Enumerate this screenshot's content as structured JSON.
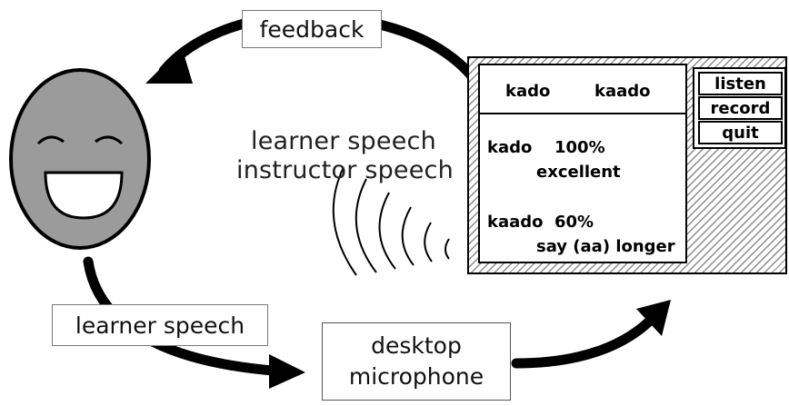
{
  "labels": {
    "feedback": "feedback",
    "learner_speech_bottom": "learner speech",
    "microphone_line1": "desktop",
    "microphone_line2": "microphone",
    "speech_line1": "learner speech",
    "speech_line2": "instructor speech"
  },
  "screen": {
    "header_word1": "kado",
    "header_word2": "kaado",
    "result1_word": "kado",
    "result1_score": "100%",
    "result1_comment": "excellent",
    "result2_word": "kaado",
    "result2_score": "60%",
    "result2_comment": "say (aa) longer"
  },
  "buttons": {
    "listen": "listen",
    "record": "record",
    "quit": "quit"
  },
  "icons": {
    "face": "smiling-face-icon",
    "sound_waves": "sound-waves-icon"
  }
}
